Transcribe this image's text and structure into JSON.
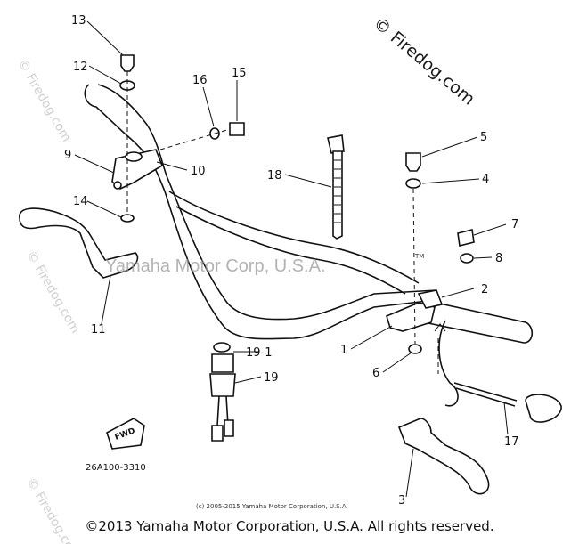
{
  "watermarks": {
    "corner": "© Firedog.com",
    "center": "Yamaha Motor Corp, U.S.A.",
    "faint_left": "© Firedog.com",
    "faint_top": "© Firedog.com",
    "faint_bottom": "© Firedog.com",
    "tm": "TM"
  },
  "callouts": [
    "1",
    "2",
    "3",
    "4",
    "5",
    "6",
    "7",
    "8",
    "9",
    "10",
    "11",
    "12",
    "13",
    "14",
    "15",
    "16",
    "17",
    "18",
    "19",
    "19-1"
  ],
  "fwd_label": "FWD",
  "diagram_code": "26A100-3310",
  "small_copyright": "(c) 2005-2015 Yamaha Motor Corporation, U.S.A.",
  "footer_copyright": "©2013 Yamaha Motor Corporation, U.S.A. All rights reserved."
}
